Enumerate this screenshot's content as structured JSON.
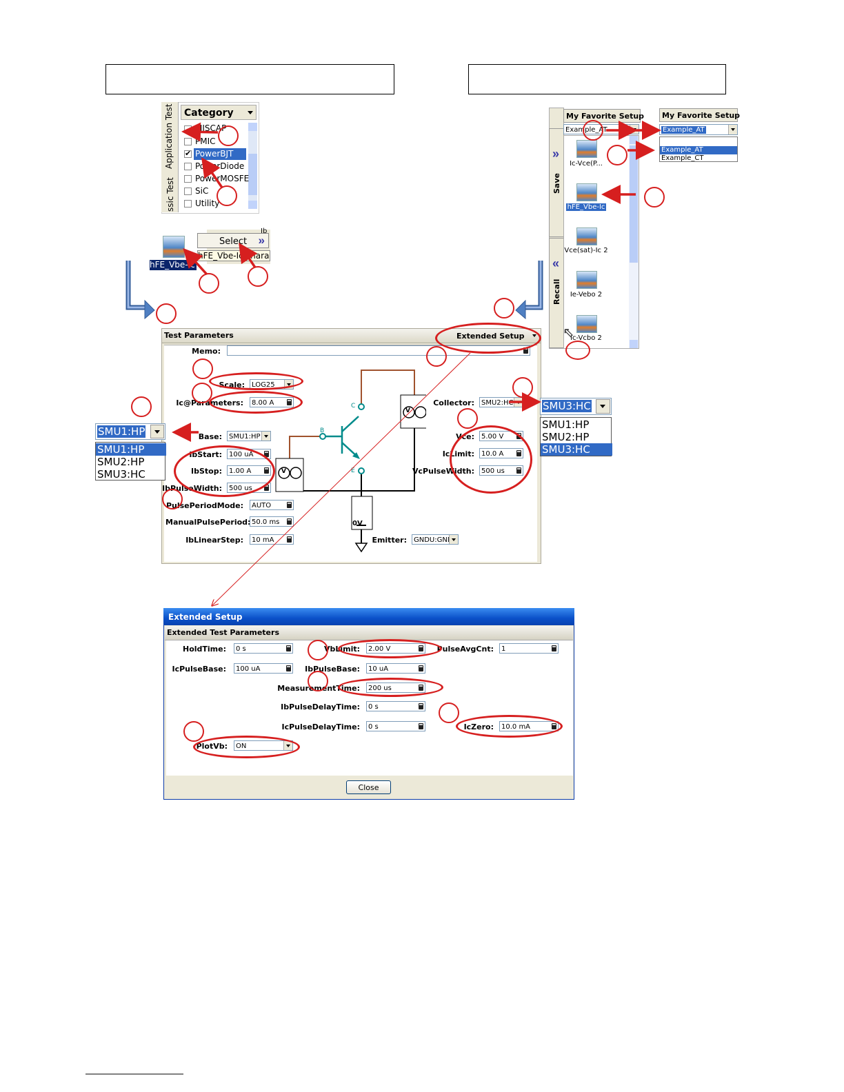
{
  "header_boxes": [
    {
      "text": ""
    },
    {
      "text": ""
    }
  ],
  "category_panel": {
    "tabs": [
      "Application Test",
      "ssic Test"
    ],
    "header": "Category",
    "items": [
      {
        "label": "MISCAP",
        "checked": false
      },
      {
        "label": "PMIC",
        "checked": false
      },
      {
        "label": "PowerBJT",
        "checked": true
      },
      {
        "label": "PowerDiode",
        "checked": false
      },
      {
        "label": "PowerMOSFE",
        "checked": false
      },
      {
        "label": "SiC",
        "checked": false
      },
      {
        "label": "Utility",
        "checked": false
      }
    ]
  },
  "select_panel": {
    "icon_label": "hFE_Vbe-Ic",
    "select_button": "Select",
    "setup_text": "hFE_Vbe-Ic charac",
    "side_text": "Ib"
  },
  "favorite_panel": {
    "header": "My Favorite Setup",
    "selected": "Example_AT",
    "side_tabs": [
      "Save",
      "Recall"
    ],
    "items": [
      "Ic-Vce(P...",
      "hFE_Vbe-Ic",
      "Vce(sat)-Ic 2",
      "Ie-Vebo 2",
      "Ic-Vcbo 2"
    ],
    "dropdown": {
      "header": "My Favorite Setup",
      "selected": "Example_AT",
      "options": [
        "Example_AT",
        "Example_CT"
      ]
    }
  },
  "test_parameters": {
    "title": "Test Parameters",
    "extended_button": "Extended Setup",
    "memo_label": "Memo:",
    "memo_value": "",
    "fields": [
      {
        "label": "Scale:",
        "value": "LOG25",
        "type": "select"
      },
      {
        "label": "Ic@Parameters:",
        "value": "8.00 A",
        "type": "calc"
      },
      {
        "label": "Base:",
        "value": "SMU1:HP",
        "type": "select"
      },
      {
        "label": "IbStart:",
        "value": "100 uA",
        "type": "calc"
      },
      {
        "label": "IbStop:",
        "value": "1.00 A",
        "type": "calc"
      },
      {
        "label": "IbPulseWidth:",
        "value": "500 us",
        "type": "calc"
      },
      {
        "label": "PulsePeriodMode:",
        "value": "AUTO",
        "type": "calc"
      },
      {
        "label": "ManualPulsePeriod:",
        "value": "50.0 ms",
        "type": "calc"
      },
      {
        "label": "IbLinearStep:",
        "value": "10 mA",
        "type": "calc"
      },
      {
        "label": "Collector:",
        "value": "SMU2:HC",
        "type": "select"
      },
      {
        "label": "Vce:",
        "value": "5.00 V",
        "type": "calc"
      },
      {
        "label": "IcLimit:",
        "value": "10.0 A",
        "type": "calc"
      },
      {
        "label": "VcPulseWidth:",
        "value": "500 us",
        "type": "calc"
      },
      {
        "label": "Emitter:",
        "value": "GNDU:GND",
        "type": "select"
      }
    ],
    "circuit_labels": {
      "c": "C",
      "b": "B",
      "e": "E",
      "zero_v": "0V"
    }
  },
  "smu_left": {
    "selected": "SMU1:HP",
    "options": [
      "SMU1:HP",
      "SMU2:HP",
      "SMU3:HC"
    ]
  },
  "smu_right": {
    "selected": "SMU3:HC",
    "options": [
      "SMU1:HP",
      "SMU2:HP",
      "SMU3:HC"
    ]
  },
  "extended_setup": {
    "window_title": "Extended Setup",
    "section_title": "Extended Test Parameters",
    "fields": [
      {
        "label": "HoldTime:",
        "value": "0 s"
      },
      {
        "label": "VbLimit:",
        "value": "2.00 V"
      },
      {
        "label": "PulseAvgCnt:",
        "value": "1"
      },
      {
        "label": "IcPulseBase:",
        "value": "100 uA"
      },
      {
        "label": "IbPulseBase:",
        "value": "10 uA"
      },
      {
        "label": "MeasurementTime:",
        "value": "200 us"
      },
      {
        "label": "IbPulseDelayTime:",
        "value": "0 s"
      },
      {
        "label": "IcPulseDelayTime:",
        "value": "0 s"
      },
      {
        "label": "IcZero:",
        "value": "10.0 mA"
      },
      {
        "label": "PlotVb:",
        "value": "ON"
      }
    ],
    "close_button": "Close"
  },
  "colors": {
    "annotation": "#d61f1f",
    "selection": "#316ac5",
    "window_title": "#0a50c8",
    "wire": "#a0522d",
    "teal": "#008b8b"
  }
}
